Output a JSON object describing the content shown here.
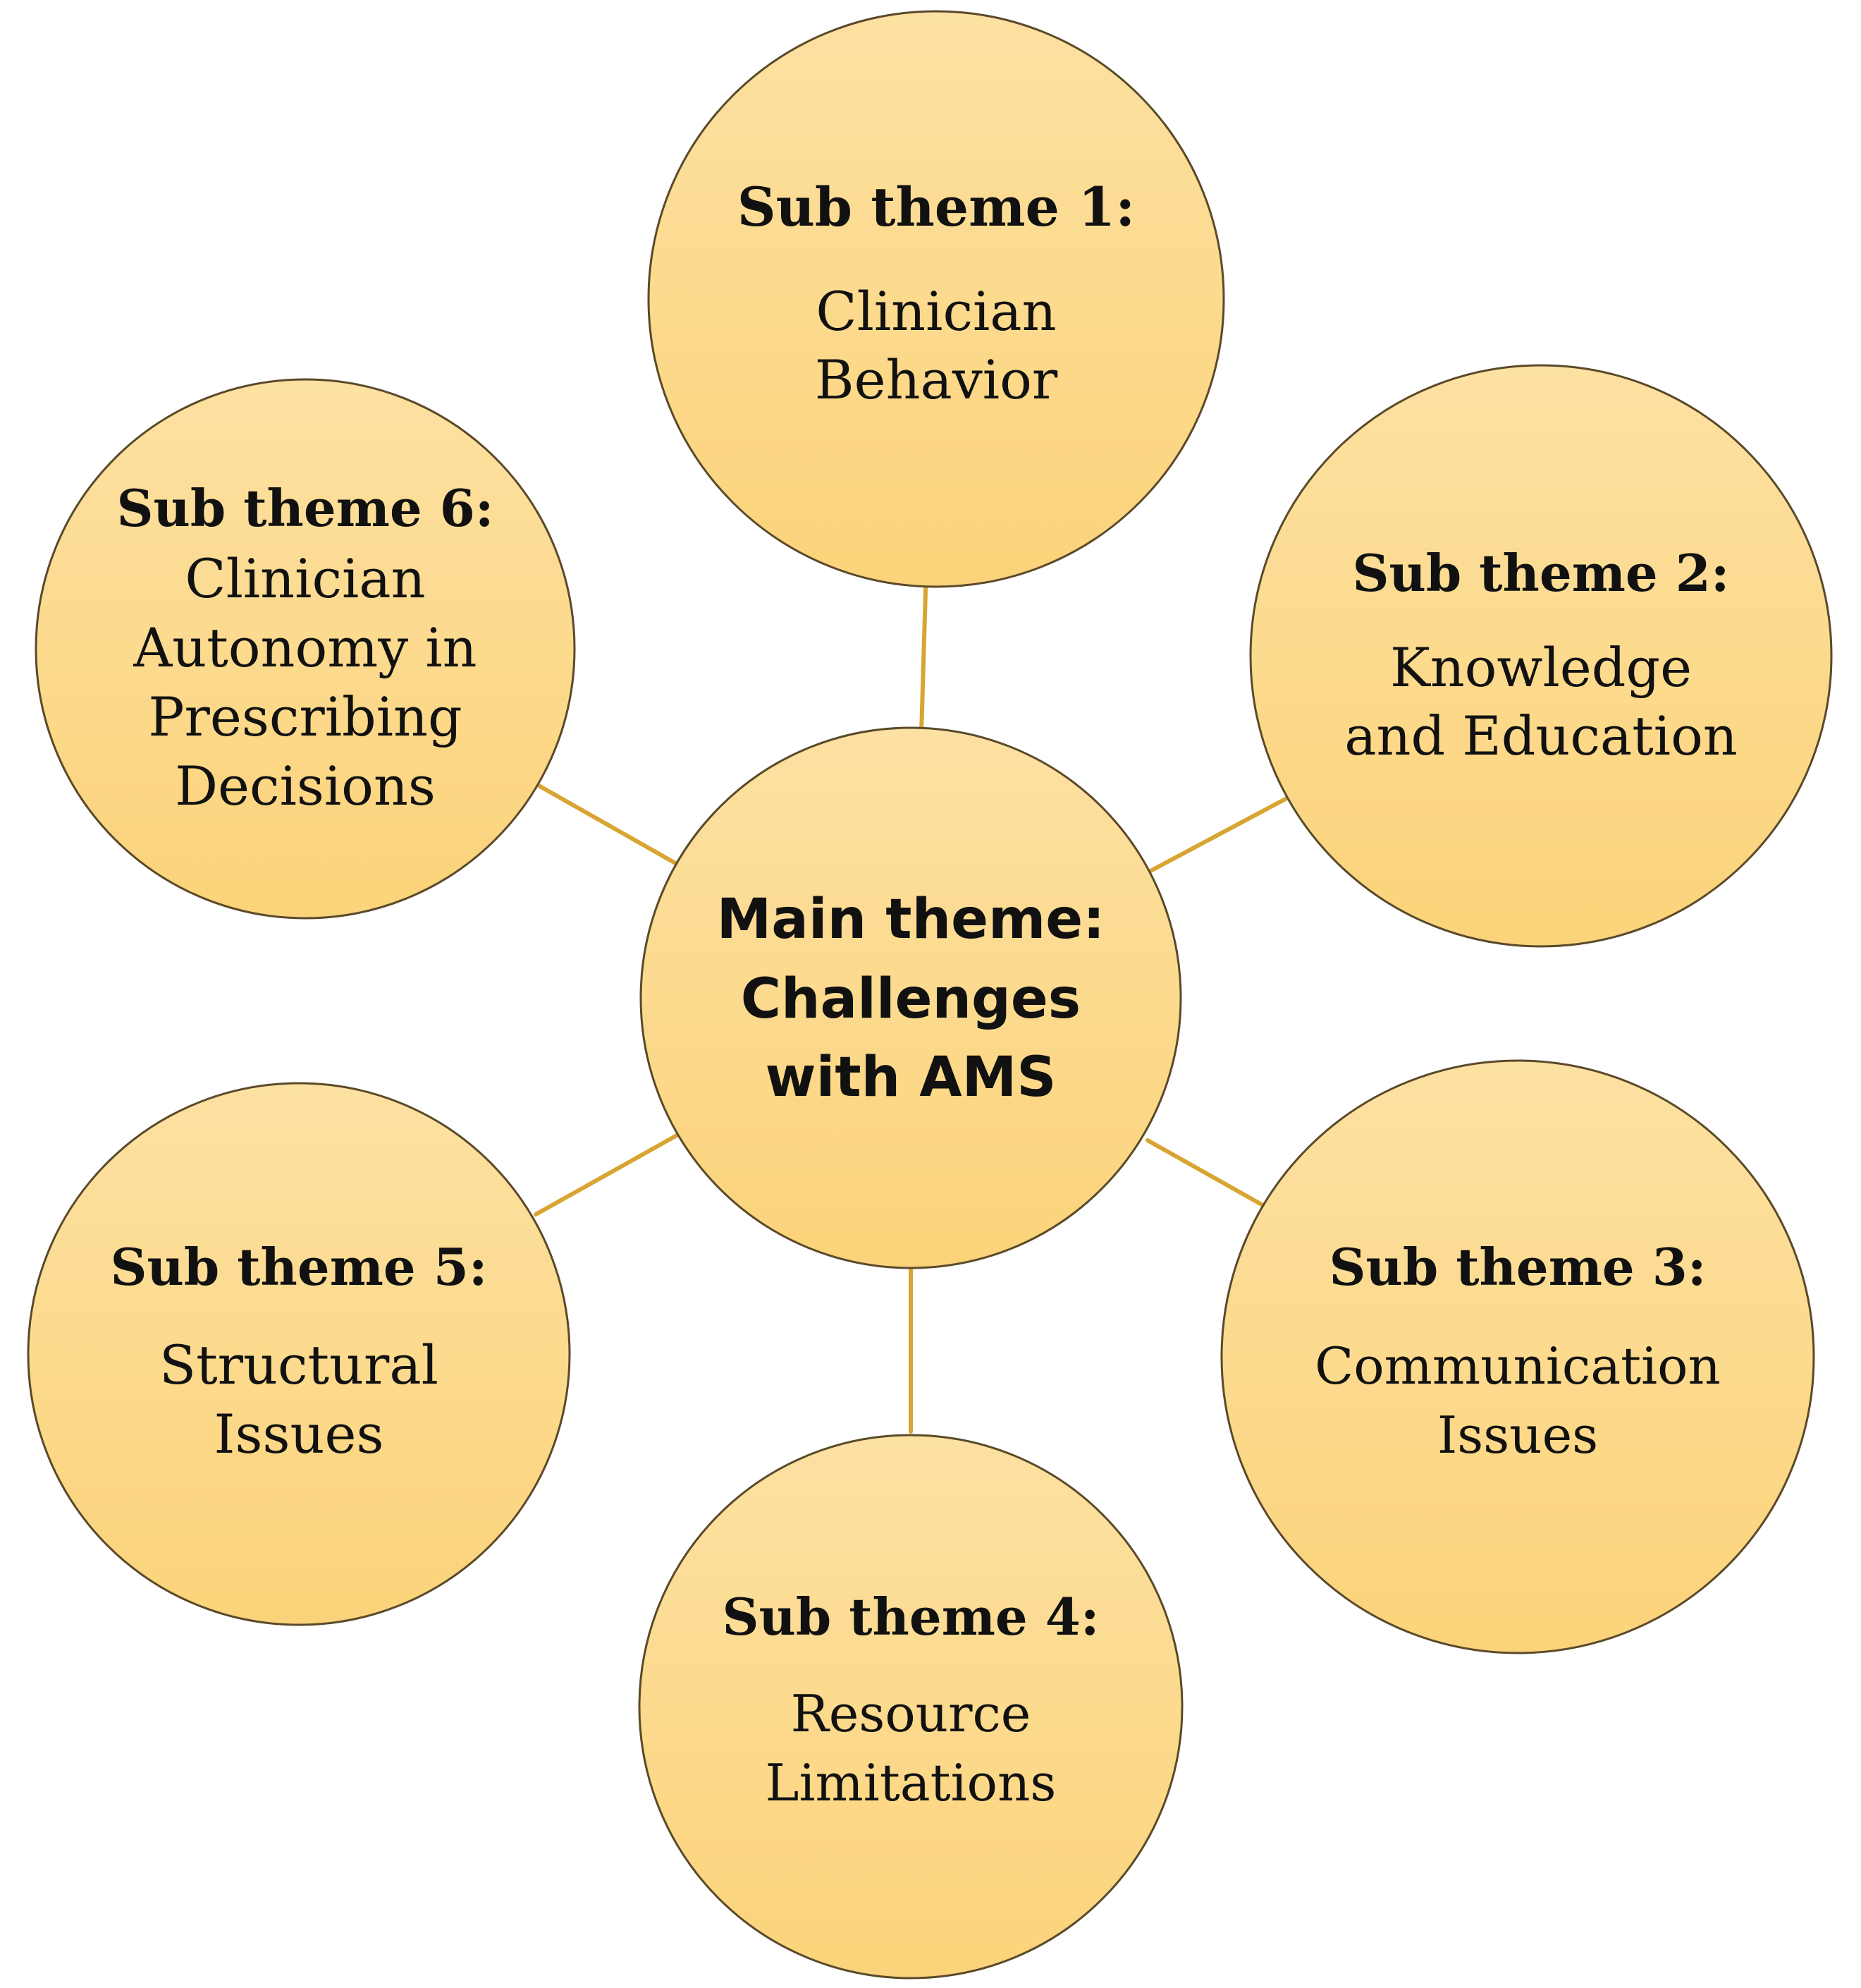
{
  "colors": {
    "bubble_top": "#fde1a2",
    "bubble_bottom": "#fbd37a",
    "bubble_stroke": "#5a4a2a",
    "connector": "#d8a532",
    "text": "#111111"
  },
  "main_theme": {
    "lines": [
      "Main theme:",
      "Challenges",
      "with AMS"
    ]
  },
  "sub_themes": [
    {
      "title": "Sub theme 1:",
      "lines": [
        "Clinician",
        "Behavior"
      ]
    },
    {
      "title": "Sub theme 2:",
      "lines": [
        "Knowledge",
        "and Education"
      ]
    },
    {
      "title": "Sub theme 3:",
      "lines": [
        "Communication",
        "Issues"
      ]
    },
    {
      "title": "Sub theme 4:",
      "lines": [
        "Resource",
        "Limitations"
      ]
    },
    {
      "title": "Sub theme 5:",
      "lines": [
        "Structural",
        "Issues"
      ]
    },
    {
      "title": "Sub theme 6:",
      "lines": [
        "Clinician",
        "Autonomy in",
        "Prescribing",
        "Decisions"
      ]
    }
  ]
}
